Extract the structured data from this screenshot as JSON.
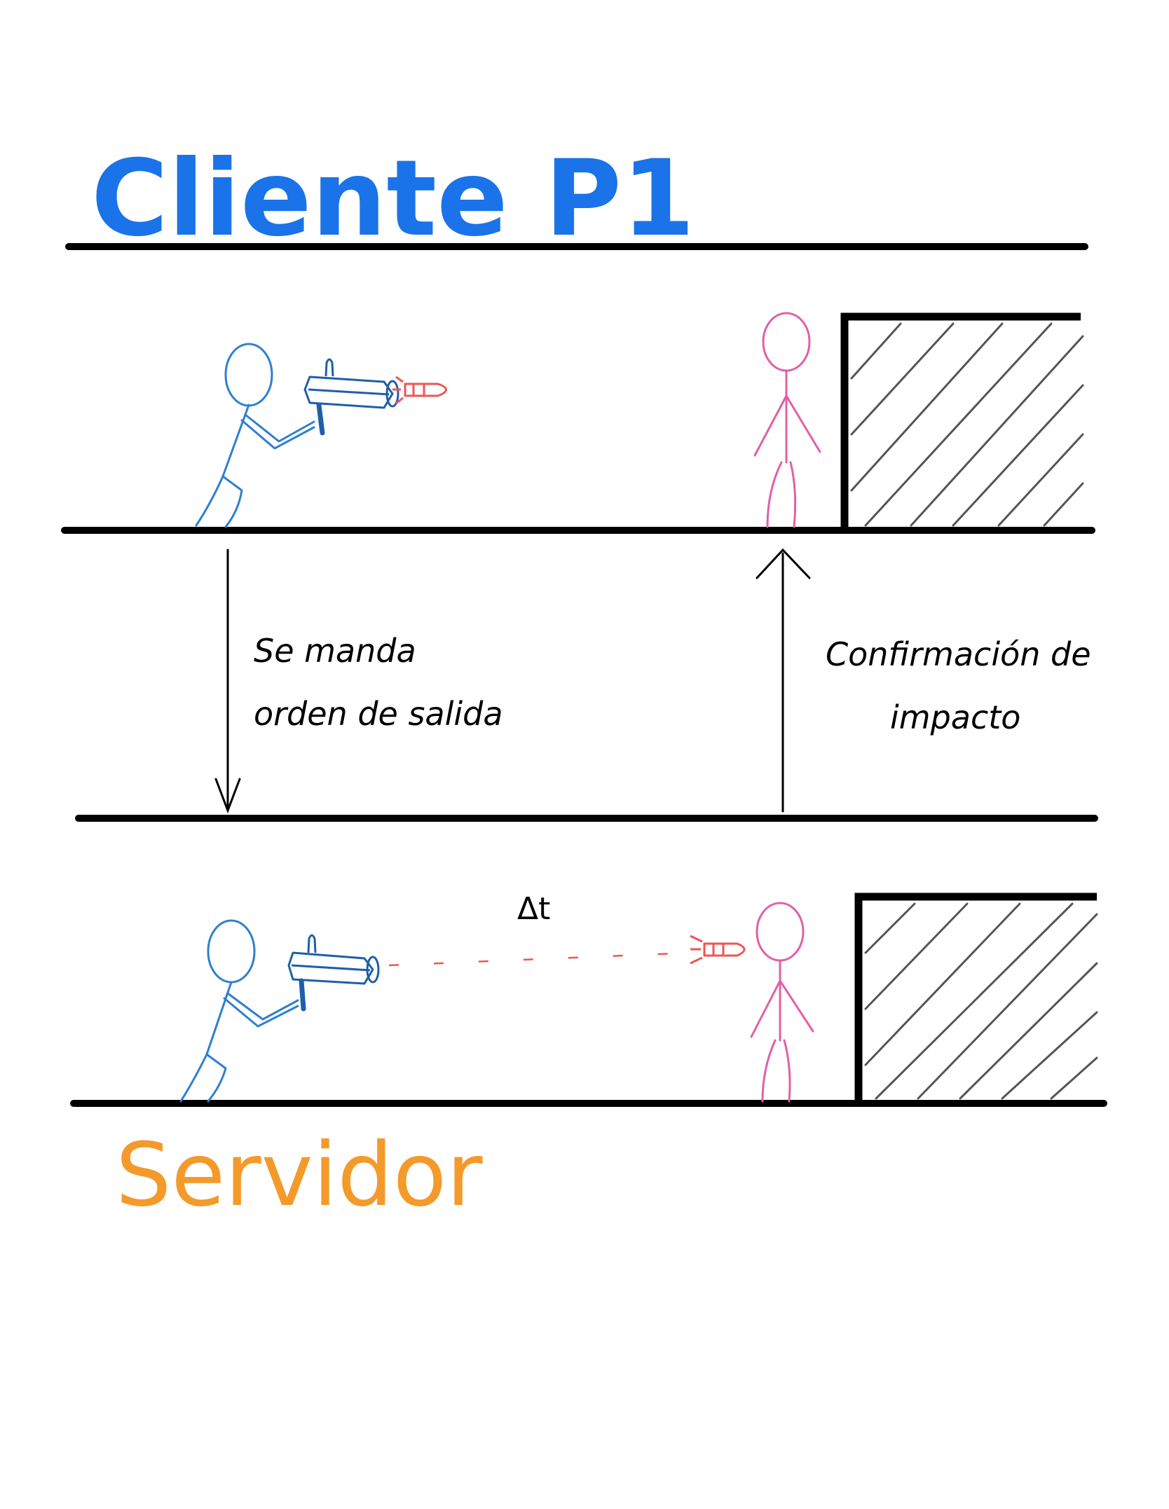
{
  "client": {
    "title": "Cliente P1",
    "color": "#1a73e8"
  },
  "server": {
    "title": "Servidor",
    "color": "#f39a2b"
  },
  "arrows": {
    "down": {
      "line1": "Se manda",
      "line2": "orden de salida"
    },
    "up": {
      "line1": "Confirmación de",
      "line2": "impacto"
    }
  },
  "delta": {
    "label": "Δt"
  },
  "colors": {
    "shooter": "#2f7fd0",
    "gun": "#1f5fa8",
    "target": "#e25fa8",
    "projectile": "#ee5555",
    "line": "#000000",
    "hatch": "#555555"
  },
  "icons": [
    "shooter-figure-icon",
    "gun-icon",
    "projectile-icon",
    "target-figure-icon",
    "wall-icon"
  ]
}
